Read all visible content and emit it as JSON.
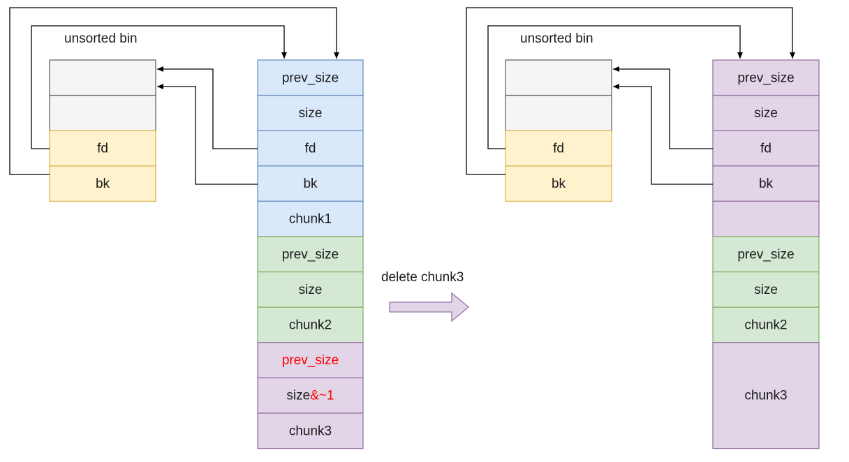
{
  "left": {
    "bin_label": "unsorted bin",
    "bin": [
      {
        "text": "",
        "style": "gray"
      },
      {
        "text": "",
        "style": "gray"
      },
      {
        "text": "fd",
        "style": "yellow"
      },
      {
        "text": "bk",
        "style": "yellow"
      }
    ],
    "chunks": [
      {
        "text": "prev_size",
        "style": "blue"
      },
      {
        "text": "size",
        "style": "blue"
      },
      {
        "text": "fd",
        "style": "blue"
      },
      {
        "text": "bk",
        "style": "blue"
      },
      {
        "text": "chunk1",
        "style": "blue"
      },
      {
        "text": "prev_size",
        "style": "green"
      },
      {
        "text": "size",
        "style": "green"
      },
      {
        "text": "chunk2",
        "style": "green"
      },
      {
        "text": "prev_size",
        "style": "purple",
        "text_color": "red"
      },
      {
        "text": "size",
        "style": "purple",
        "suffix": "&~1",
        "suffix_color": "red"
      },
      {
        "text": "chunk3",
        "style": "purple"
      }
    ]
  },
  "transition": {
    "label": "delete chunk3"
  },
  "right": {
    "bin_label": "unsorted bin",
    "bin": [
      {
        "text": "",
        "style": "gray"
      },
      {
        "text": "",
        "style": "gray"
      },
      {
        "text": "fd",
        "style": "yellow"
      },
      {
        "text": "bk",
        "style": "yellow"
      }
    ],
    "chunks": [
      {
        "text": "prev_size",
        "style": "purple",
        "span": 1
      },
      {
        "text": "size",
        "style": "purple",
        "span": 1
      },
      {
        "text": "fd",
        "style": "purple",
        "span": 1
      },
      {
        "text": "bk",
        "style": "purple",
        "span": 1
      },
      {
        "text": "",
        "style": "purple",
        "span": 1
      },
      {
        "text": "prev_size",
        "style": "green",
        "span": 1
      },
      {
        "text": "size",
        "style": "green",
        "span": 1
      },
      {
        "text": "chunk2",
        "style": "green",
        "span": 1
      },
      {
        "text": "chunk3",
        "style": "purple",
        "span": 3
      }
    ]
  },
  "colors": {
    "gray": {
      "fill": "#f5f5f5",
      "stroke": "#666666"
    },
    "yellow": {
      "fill": "#fff2cc",
      "stroke": "#d6b656"
    },
    "blue": {
      "fill": "#dae8fc",
      "stroke": "#6c8ebf"
    },
    "green": {
      "fill": "#d5e8d4",
      "stroke": "#82b366"
    },
    "purple": {
      "fill": "#e1d5e7",
      "stroke": "#9673a6"
    },
    "red": "#ff0000",
    "arrow": "#000000"
  }
}
